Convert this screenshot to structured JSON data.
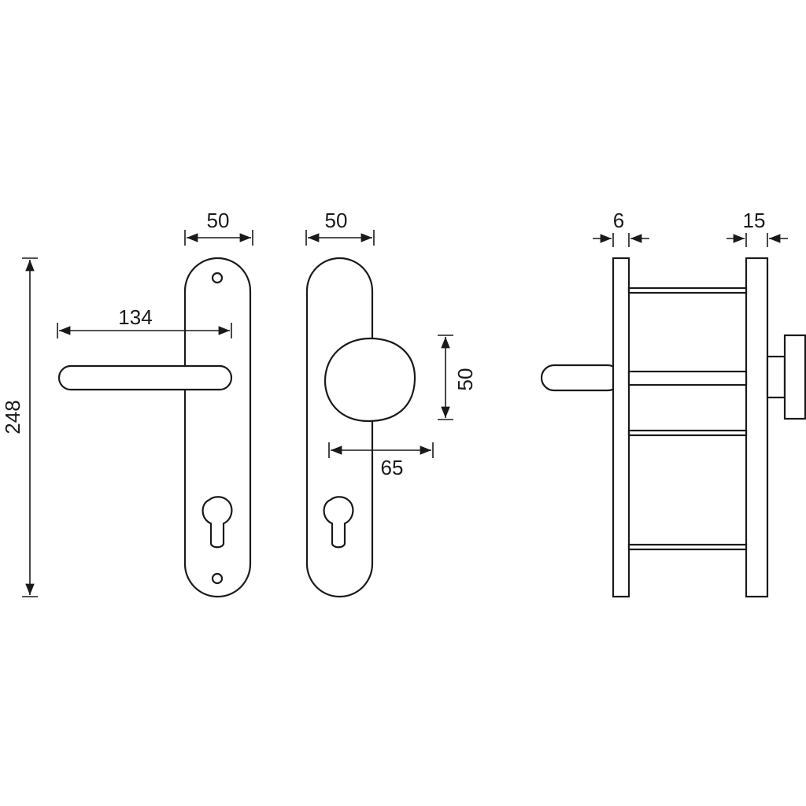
{
  "dimensions": {
    "height_total": "248",
    "lever_width_front": "50",
    "knob_plate_width": "50",
    "lever_length": "134",
    "knob_diameter": "50",
    "knob_projection": "65",
    "inner_plate_thickness": "6",
    "outer_plate_thickness": "15"
  },
  "colors": {
    "line": "#1a1a1a",
    "background": "#ffffff"
  }
}
